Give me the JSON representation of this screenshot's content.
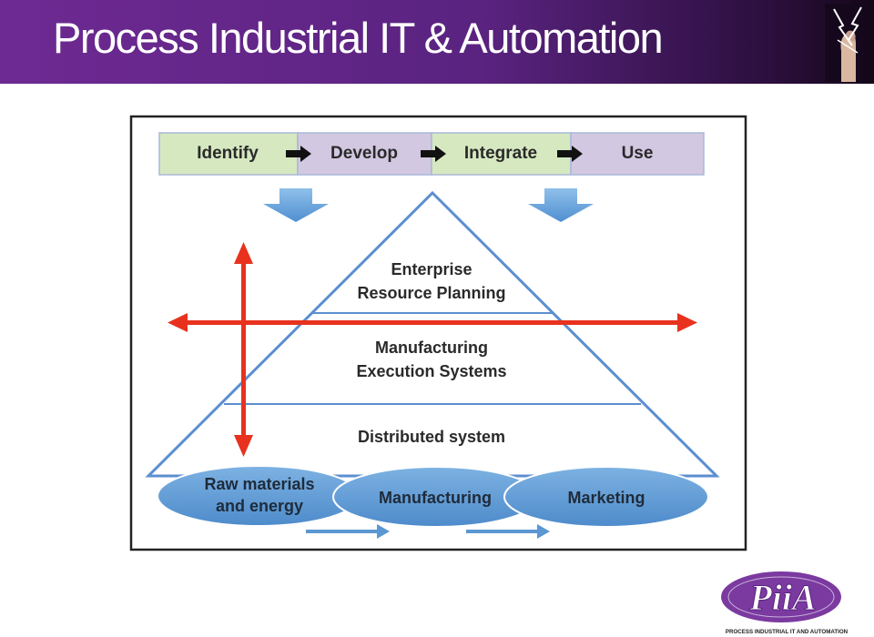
{
  "header": {
    "title": "Process Industrial IT & Automation"
  },
  "process_steps": [
    {
      "label": "Identify",
      "color": "#d6e8c0"
    },
    {
      "label": "Develop",
      "color": "#d3c8e2"
    },
    {
      "label": "Integrate",
      "color": "#d6e8c0"
    },
    {
      "label": "Use",
      "color": "#d3c8e2"
    }
  ],
  "pyramid": {
    "levels": [
      {
        "line1": "Enterprise",
        "line2": "Resource Planning"
      },
      {
        "line1": "Manufacturing",
        "line2": "Execution Systems"
      },
      {
        "line1": "Distributed system",
        "line2": ""
      }
    ]
  },
  "base_ellipses": [
    {
      "line1": "Raw materials",
      "line2": "and energy"
    },
    {
      "line1": "Manufacturing",
      "line2": ""
    },
    {
      "line1": "Marketing",
      "line2": ""
    }
  ],
  "logo": {
    "text": "PiiA",
    "caption": "PROCESS INDUSTRIAL IT AND AUTOMATION"
  },
  "colors": {
    "header_purple": "#6e2a93",
    "blue_arrow": "#6aa6d8",
    "red_arrow": "#e8321e",
    "ellipse_fill": "#5d9ad6",
    "logo_purple": "#7b3aa0"
  }
}
